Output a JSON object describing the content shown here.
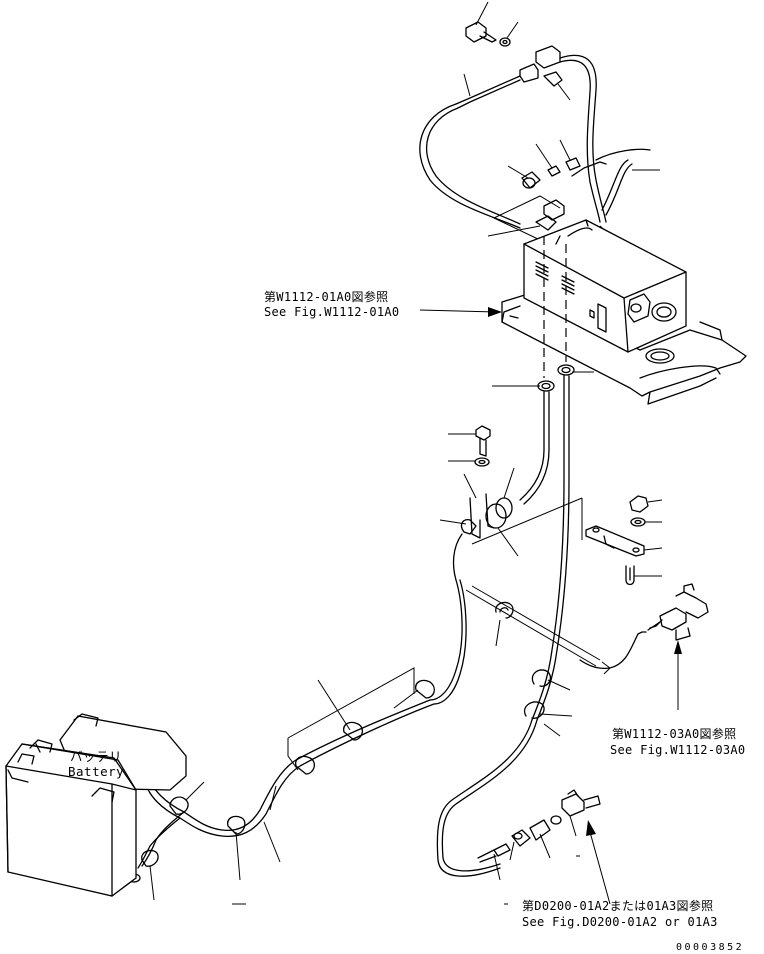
{
  "references": {
    "w1112_01a0": {
      "ja": "第W1112-01A0図参照",
      "en": "See Fig.W1112-01A0"
    },
    "w1112_03a0": {
      "ja": "第W1112-03A0図参照",
      "en": "See Fig.W1112-03A0"
    },
    "d0200": {
      "ja": "第D0200-01A2または01A3図参照",
      "en": "See Fig.D0200-01A2 or 01A3"
    }
  },
  "battery": {
    "ja": "バッテリ",
    "en": "Battery"
  },
  "drawing_number": "00003852"
}
